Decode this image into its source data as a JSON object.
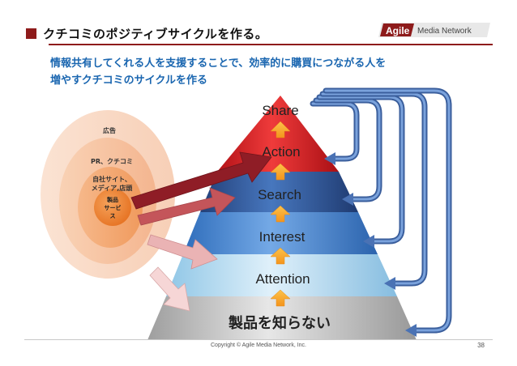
{
  "header": {
    "title": "クチコミのポジティブサイクルを作る。",
    "logo_text_agile": "Agile",
    "logo_text_rest": "Media Network"
  },
  "subtitle": {
    "line1": "情報共有してくれる人を支援することで、効率的に購買につながる人を",
    "line2": "増やすクチコミのサイクルを作る"
  },
  "circles": {
    "outer": "広告",
    "middle": "PR、クチコミ",
    "inner_line1": "自社サイト、",
    "inner_line2": "メディア,店頭",
    "core_line1": "製品",
    "core_line2": "サービ",
    "core_line3": "ス"
  },
  "pyramid": {
    "levels": [
      "Share",
      "Action",
      "Search",
      "Interest",
      "Attention",
      "製品を知らない"
    ],
    "colors": [
      "#d9262b",
      "#d9262b",
      "#2e5d9f",
      "#4a86d4",
      "#bfe0f2",
      "#c6c6c6"
    ]
  },
  "footer": {
    "copyright": "Copyright © Agile Media Network, Inc.",
    "page": "38"
  },
  "colors": {
    "accent": "#8e1b1b",
    "subtitle_blue": "#1a66b0",
    "arrow_orange": "#f7a21b",
    "loop_blue": "#5b87c7"
  }
}
